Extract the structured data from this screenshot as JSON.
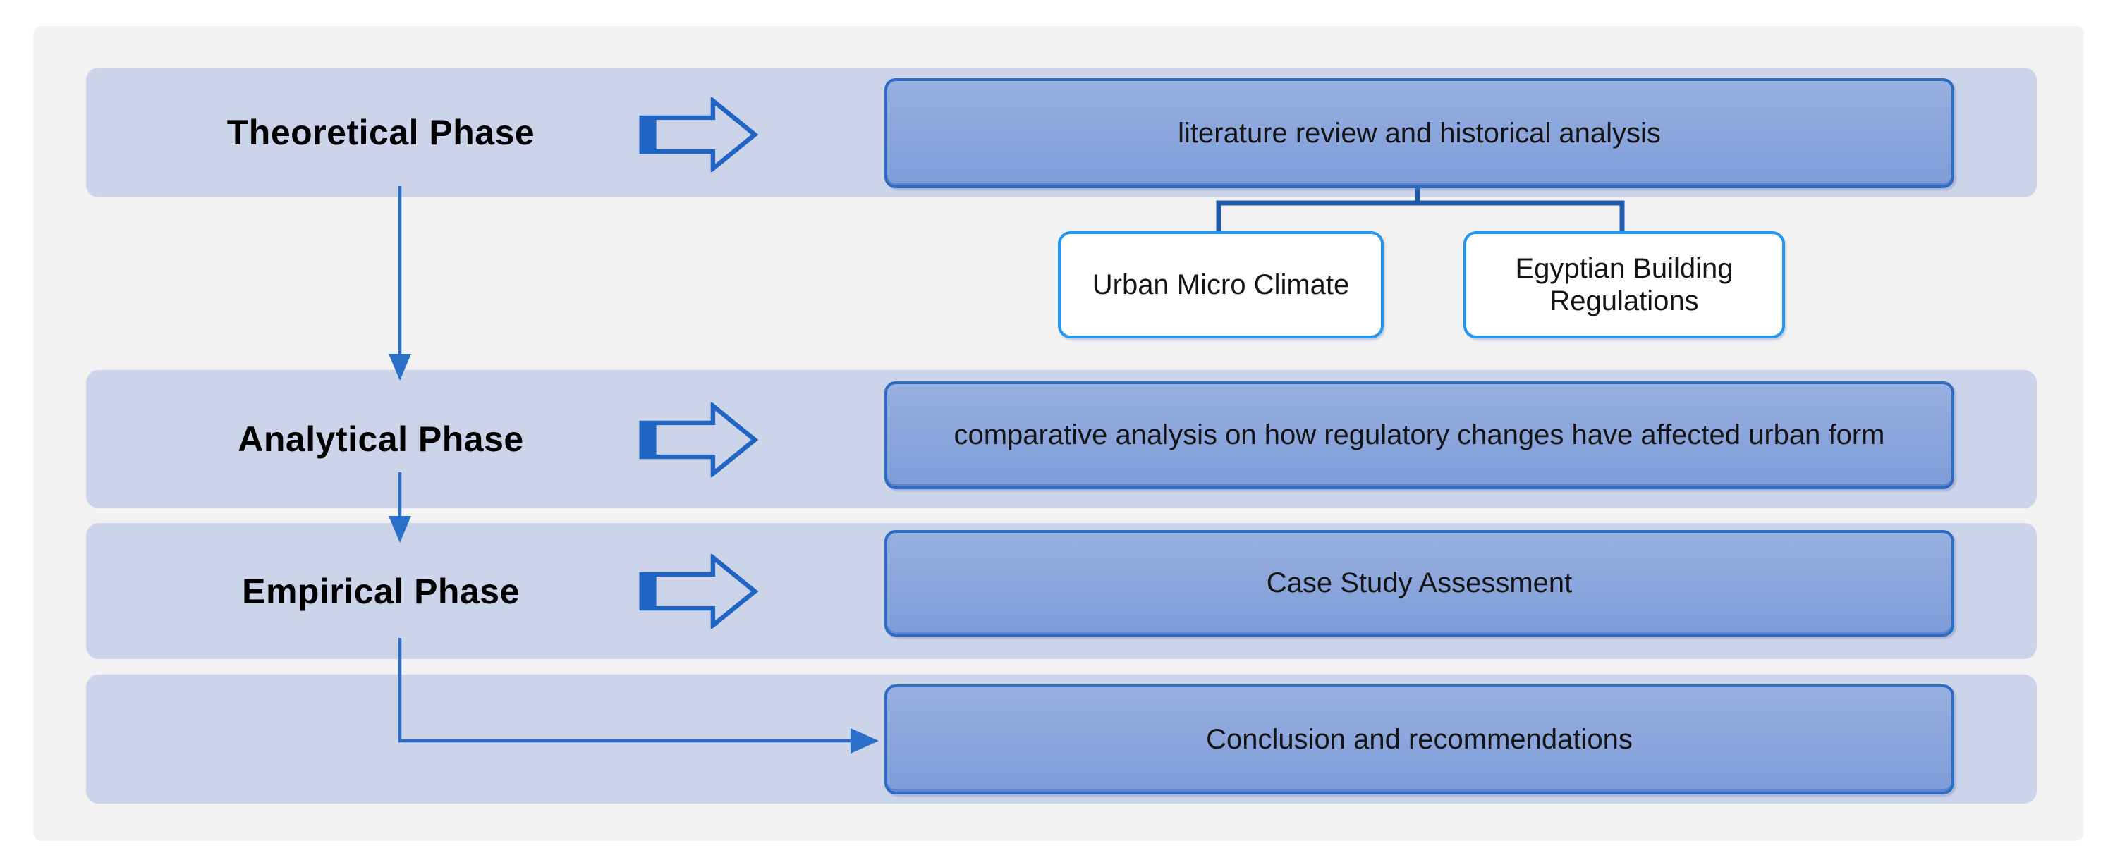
{
  "colors": {
    "page_bg": "#ffffff",
    "panel_bg": "#f2f2f3",
    "band_bg": "#ccd4ea",
    "box_fill_top": "#98b0e0",
    "box_fill_bottom": "#7e9cd8",
    "box_border": "#2e6bc4",
    "subbox_fill": "#ffffff",
    "subbox_border": "#2196f3",
    "connector": "#2059a8",
    "arrow": "#2a6fc8",
    "arrow_icon": "#2064c4",
    "label_color": "#000000",
    "box_text_color": "#141414"
  },
  "phases": [
    {
      "label": "Theoretical Phase",
      "activity": "literature review and historical analysis"
    },
    {
      "label": "Analytical Phase",
      "activity": "comparative analysis on how regulatory changes have affected urban form"
    },
    {
      "label": "Empirical Phase",
      "activity": "Case Study Assessment"
    },
    {
      "label": "",
      "activity": "Conclusion and recommendations"
    }
  ],
  "literature_subtopics": [
    {
      "label": "Urban Micro Climate"
    },
    {
      "label": "Egyptian Building Regulations"
    }
  ]
}
